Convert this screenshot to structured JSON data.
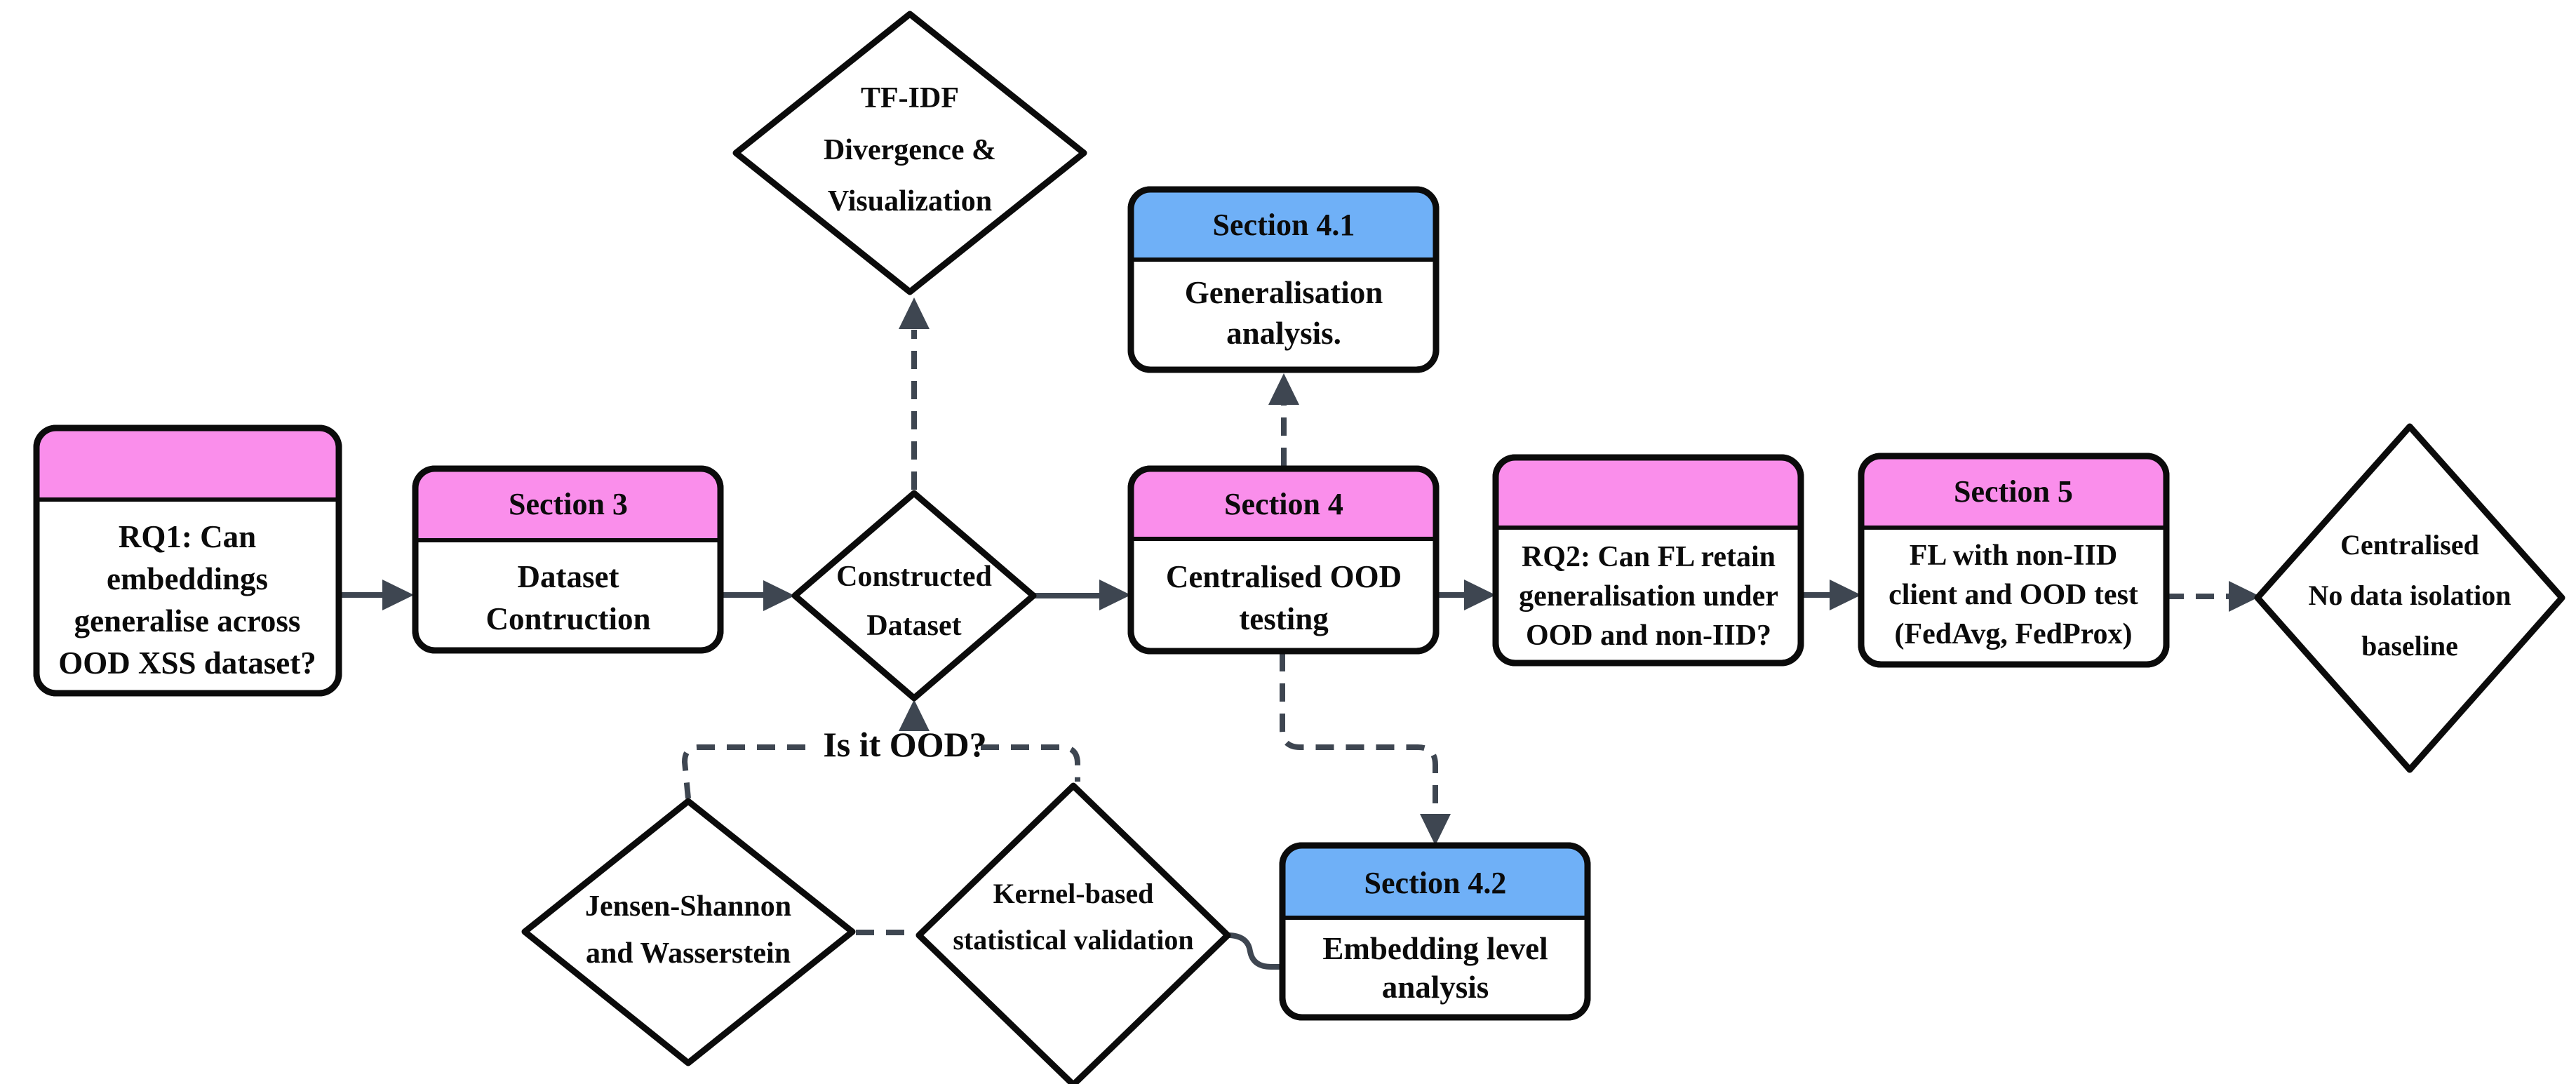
{
  "colors": {
    "pink_header": "#FA8EEB",
    "blue_header": "#6FB0F7",
    "connector_gray": "#3E4651",
    "shape_border": "#0B0B0B",
    "shape_fill": "#FFFFFF"
  },
  "nodes": {
    "rq1": {
      "header": "",
      "lines": [
        "RQ1: Can",
        "embeddings",
        "generalise across",
        "OOD XSS dataset?"
      ]
    },
    "section3": {
      "header": "Section 3",
      "lines": [
        "Dataset",
        "Contruction"
      ]
    },
    "tfidf": {
      "lines": [
        "TF-IDF",
        "Divergence &",
        "Visualization"
      ]
    },
    "constructed": {
      "lines": [
        "Constructed",
        "Dataset"
      ]
    },
    "section41": {
      "header": "Section 4.1",
      "lines": [
        "Generalisation",
        "analysis."
      ]
    },
    "section4": {
      "header": "Section 4",
      "lines": [
        "Centralised OOD",
        "testing"
      ]
    },
    "rq2": {
      "header": "",
      "lines": [
        "RQ2: Can FL retain",
        "generalisation under",
        "OOD and non-IID?"
      ]
    },
    "section5": {
      "header": "Section 5",
      "lines": [
        "FL with non-IID",
        "client and OOD test",
        "(FedAvg, FedProx)"
      ]
    },
    "centralised": {
      "lines": [
        "Centralised",
        "No data isolation",
        "baseline"
      ]
    },
    "jensen": {
      "lines": [
        "Jensen-Shannon",
        "and Wasserstein"
      ]
    },
    "kernel": {
      "lines": [
        "Kernel-based",
        "statistical validation"
      ]
    },
    "section42": {
      "header": "Section 4.2",
      "lines": [
        "Embedding level",
        "analysis"
      ]
    },
    "ood_question": {
      "text": "Is it OOD?"
    }
  }
}
